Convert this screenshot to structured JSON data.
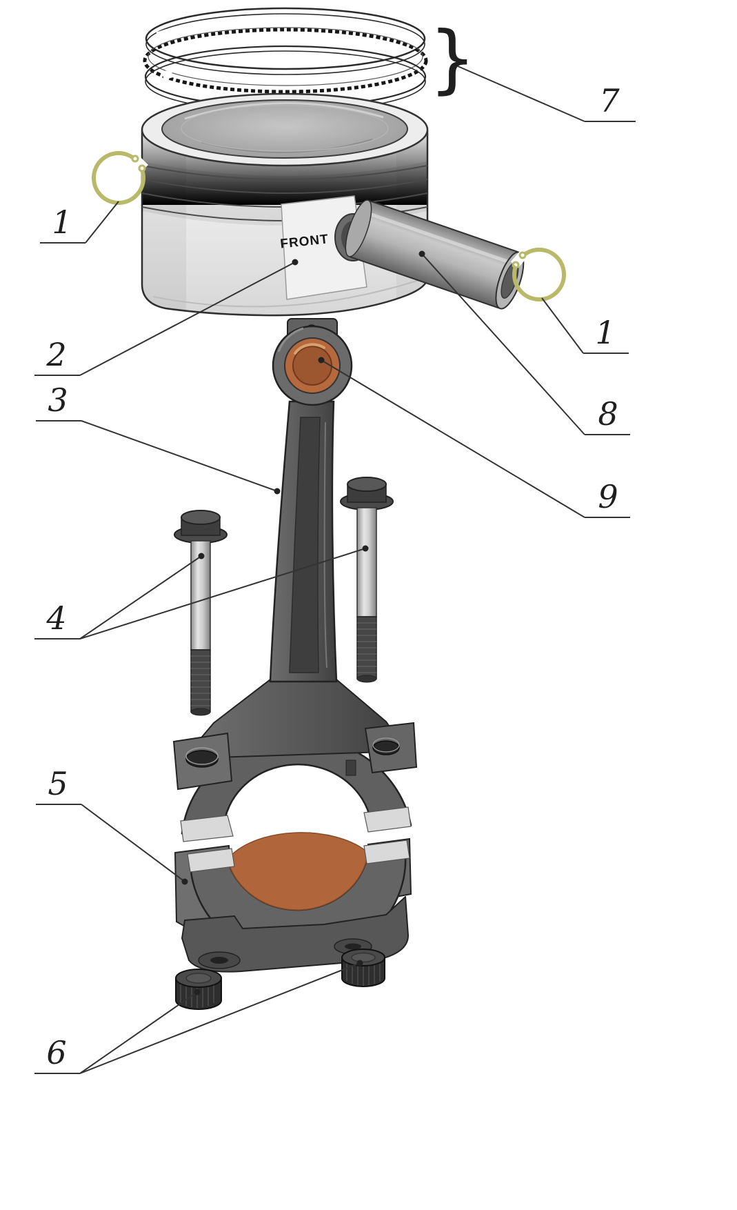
{
  "figure": {
    "type": "exploded-view-diagram",
    "subject": "Piston and connecting rod assembly",
    "front_marking": "FRONT",
    "ring_set_bracket": "}"
  },
  "callouts": {
    "circlip_left": "1",
    "circlip_right": "1",
    "piston": "2",
    "connecting_rod": "3",
    "rod_bolts": "4",
    "bearing_cap": "5",
    "cap_nuts": "6",
    "piston_ring_set": "7",
    "piston_pin": "8",
    "small_end_bushing": "9"
  },
  "colors": {
    "background": "#ffffff",
    "outline": "#2a2a2a",
    "leader_line": "#333333",
    "circlip_wire": "#b9b96a",
    "bronze_bushing": "#b5693c",
    "bearing_shell": "#b0663a",
    "rod_metal": "#585858",
    "steel_shank": "#c9c9c9",
    "piston_body": "#efefef"
  }
}
